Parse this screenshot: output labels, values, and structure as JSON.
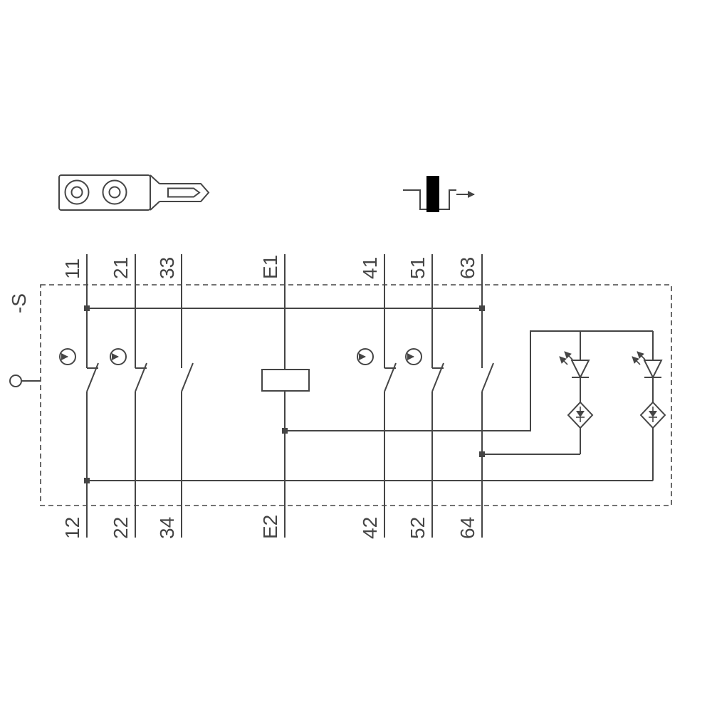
{
  "device": {
    "designation": "-S",
    "terminals": {
      "top": [
        "11",
        "21",
        "33",
        "E1",
        "41",
        "51",
        "63"
      ],
      "bottom": [
        "12",
        "22",
        "34",
        "E2",
        "42",
        "52",
        "64"
      ]
    }
  },
  "colors": {
    "line": "#454545",
    "solid_black": "#000000",
    "background": "#ffffff"
  }
}
